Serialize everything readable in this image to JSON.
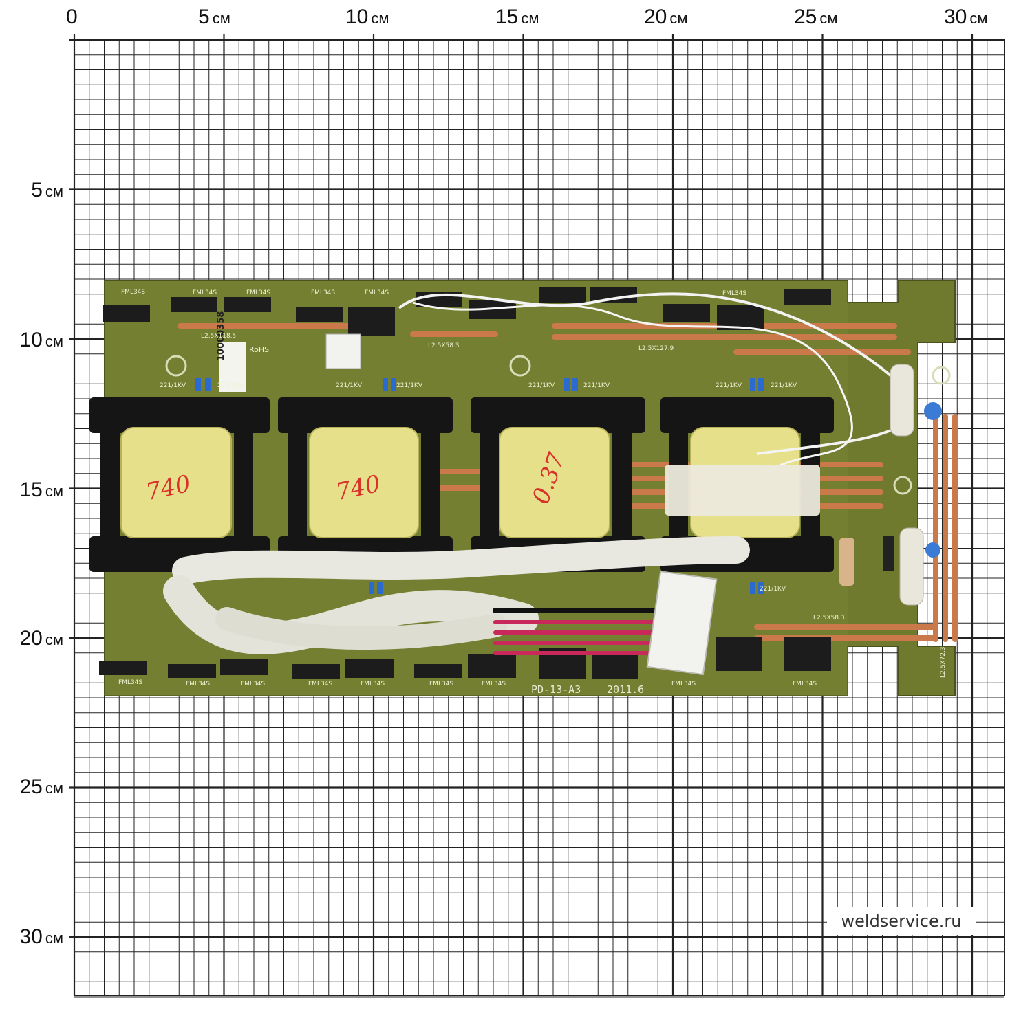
{
  "ruler": {
    "unit": "см",
    "top": [
      {
        "num": "0",
        "unit": ""
      },
      {
        "num": "5",
        "unit": "см"
      },
      {
        "num": "10",
        "unit": "см"
      },
      {
        "num": "15",
        "unit": "см"
      },
      {
        "num": "20",
        "unit": "см"
      },
      {
        "num": "25",
        "unit": "см"
      },
      {
        "num": "30",
        "unit": "см"
      }
    ],
    "left": [
      {
        "num": "5",
        "unit": "см"
      },
      {
        "num": "10",
        "unit": "см"
      },
      {
        "num": "15",
        "unit": "см"
      },
      {
        "num": "20",
        "unit": "см"
      },
      {
        "num": "25",
        "unit": "см"
      },
      {
        "num": "30",
        "unit": "см"
      }
    ]
  },
  "board": {
    "model_label": "PD-13-A3",
    "date_label": "2011.6",
    "part_number": "10000358",
    "rohs": "RoHS",
    "component_label": "FML34S",
    "cap_label": "221/1KV",
    "bar_labels": [
      "L2.5X118.5",
      "L2.5X58.3",
      "L2.5X127.9",
      "L2.5X58.3",
      "L2.5X72.3"
    ],
    "handwritten": [
      "740",
      "740",
      "0.37"
    ],
    "colors": {
      "pcb": "#6f7a2e",
      "coil": "#e6e08a",
      "copper": "#c9794a",
      "wire_red": "#c8285a"
    }
  },
  "watermark": "weldservice.ru"
}
